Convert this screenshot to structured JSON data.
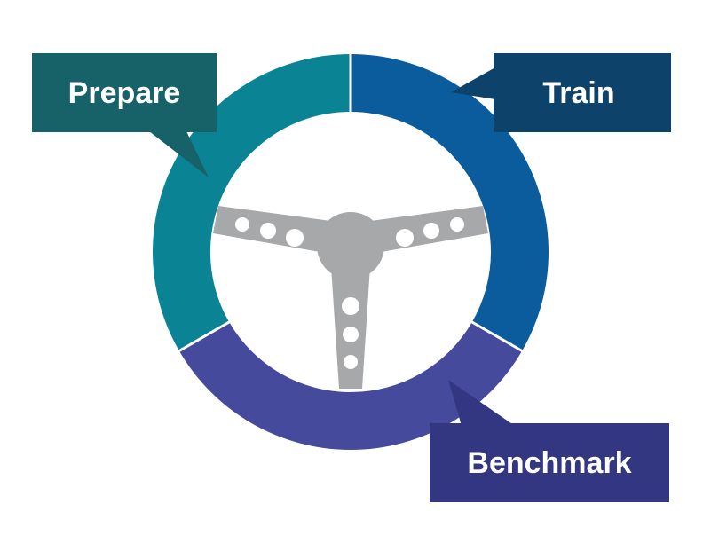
{
  "diagram": {
    "segments": [
      {
        "id": "prepare",
        "label": "Prepare",
        "color": "#0a8494",
        "box_color": "#176268"
      },
      {
        "id": "train",
        "label": "Train",
        "color": "#0a5c9c",
        "box_color": "#0d436a"
      },
      {
        "id": "benchmark",
        "label": "Benchmark",
        "color": "#454a9c",
        "box_color": "#333781"
      }
    ],
    "steering_wheel_color": "#a7a8aa",
    "hole_color": "#ffffff"
  }
}
